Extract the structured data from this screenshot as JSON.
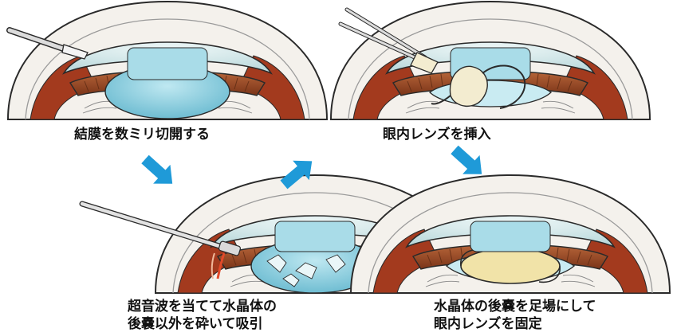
{
  "panels": [
    {
      "id": "incision",
      "caption_lines": [
        "結膜を数ミリ切開する"
      ]
    },
    {
      "id": "phaco",
      "caption_lines": [
        "超音波を当てて水晶体の",
        "後嚢以外を砕いて吸引"
      ]
    },
    {
      "id": "insert",
      "caption_lines": [
        "眼内レンズを挿入"
      ]
    },
    {
      "id": "fix",
      "caption_lines": [
        "水晶体の後嚢を足場にして",
        "眼内レンズを固定"
      ]
    }
  ],
  "colors": {
    "arrow": "#1f9ad8",
    "iris": "#9a4a24",
    "iris_stripe": "#5e2a12",
    "sclera": "#f4f1ec",
    "cornea": "#dcecee",
    "lens": "#8fd0e0",
    "iol": "#f1e3a8",
    "ink": "#2a2a2a",
    "flesh": "#f0b89a"
  },
  "icons": [
    "scalpel-icon",
    "phaco-probe-icon",
    "injector-icon",
    "flow-arrow-icon"
  ]
}
